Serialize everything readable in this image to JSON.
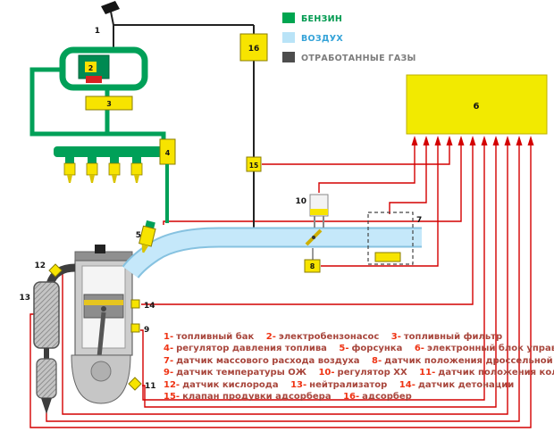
{
  "legend": {
    "items": [
      {
        "label": "БЕНЗИН",
        "swatch": "#00a550"
      },
      {
        "label": "ВОЗДУХ",
        "swatch": "#b9e3f7"
      },
      {
        "label": "ОТРАБОТАННЫЕ ГАЗЫ",
        "swatch": "#4d4d4d"
      }
    ]
  },
  "labels": {
    "n1": "1",
    "n2": "2",
    "n3": "3",
    "n4": "4",
    "n5": "5",
    "n6": "6",
    "n7": "7",
    "n8": "8",
    "n9": "9",
    "n10": "10",
    "n11": "11",
    "n12": "12",
    "n13": "13",
    "n14": "14",
    "n15": "15",
    "n16": "16"
  },
  "parts": [
    {
      "num": "1-",
      "name": "топливный бак"
    },
    {
      "num": "2-",
      "name": "электробензонасос"
    },
    {
      "num": "3-",
      "name": "топливный фильтр"
    },
    {
      "num": "4-",
      "name": "регулятор давления топлива"
    },
    {
      "num": "5-",
      "name": "форсунка"
    },
    {
      "num": "6-",
      "name": "электронный блок управления"
    },
    {
      "num": "7-",
      "name": "датчик массового расхода воздуха"
    },
    {
      "num": "8-",
      "name": "датчик положения дроссельной заслонки"
    },
    {
      "num": "9-",
      "name": "датчик температуры ОЖ"
    },
    {
      "num": "10-",
      "name": "регулятор ХХ"
    },
    {
      "num": "11-",
      "name": "датчик положения коленвала"
    },
    {
      "num": "12-",
      "name": "датчик кислорода"
    },
    {
      "num": "13-",
      "name": "нейтрализатор"
    },
    {
      "num": "14-",
      "name": "датчик детонации"
    },
    {
      "num": "15-",
      "name": "клапан продувки адсорбера"
    },
    {
      "num": "16-",
      "name": "адсорбер"
    }
  ],
  "colors": {
    "fuel_green": "#00a058",
    "air_blue": "#c5e8fa",
    "exhaust_gray": "#3d3d3d",
    "component_yellow": "#f7e400",
    "ecu_yellow": "#f2ea00",
    "wire_red": "#d40000",
    "list_number_red": "#ef3414",
    "list_text_red": "#a8463c"
  }
}
